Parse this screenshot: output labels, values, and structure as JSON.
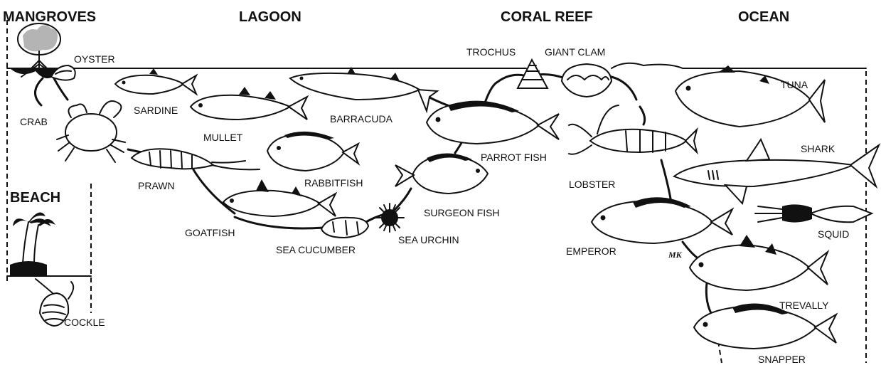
{
  "zones": {
    "mangroves": "MANGROVES",
    "lagoon": "LAGOON",
    "coral_reef": "CORAL REEF",
    "ocean": "OCEAN",
    "beach": "BEACH"
  },
  "labels": {
    "oyster": "OYSTER",
    "crab": "CRAB",
    "sardine": "SARDINE",
    "mullet": "MULLET",
    "barracuda": "BARRACUDA",
    "prawn": "PRAWN",
    "rabbitfish": "RABBITFISH",
    "goatfish": "GOATFISH",
    "sea_cucumber": "SEA CUCUMBER",
    "sea_urchin": "SEA URCHIN",
    "surgeon_fish": "SURGEON FISH",
    "parrot_fish": "PARROT FISH",
    "trochus": "TROCHUS",
    "giant_clam": "GIANT CLAM",
    "lobster": "LOBSTER",
    "emperor": "EMPEROR",
    "tuna": "TUNA",
    "shark": "SHARK",
    "squid": "SQUID",
    "trevally": "TREVALLY",
    "snapper": "SNAPPER",
    "cockle": "COCKLE"
  },
  "artist_signature": "MK",
  "colors": {
    "ink": "#111111",
    "background": "#ffffff"
  }
}
